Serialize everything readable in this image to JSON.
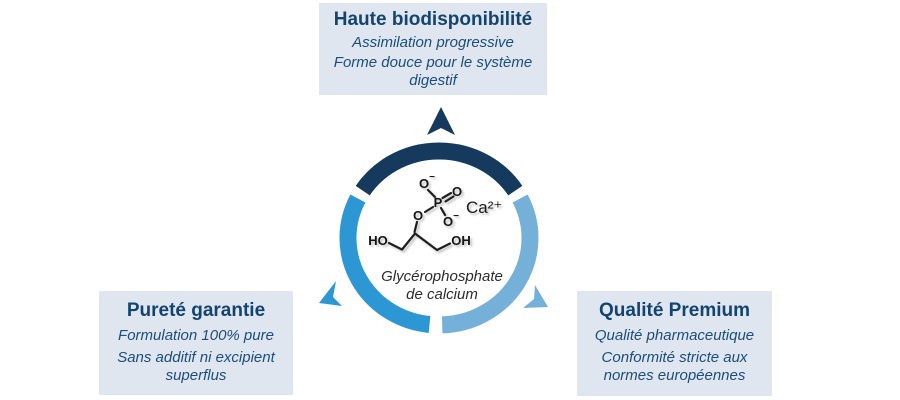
{
  "colors": {
    "navy": "#163a5e",
    "blue_bright": "#2d97d4",
    "blue_light": "#74b0d8",
    "card_bg": "#dfe6f0",
    "title_text": "#134470",
    "subtitle_text": "#1b4e7c"
  },
  "cards": {
    "top": {
      "title": "Haute biodisponibilité",
      "line1": "Assimilation progressive",
      "line2": "Forme douce pour le système digestif"
    },
    "left": {
      "title": "Pureté garantie",
      "line1": "Formulation 100% pure",
      "line2": "Sans additif ni excipient superflus"
    },
    "right": {
      "title": "Qualité Premium",
      "line1": "Qualité pharmaceutique",
      "line2": "Conformité stricte aux normes européennes"
    }
  },
  "molecule": {
    "caption_line1": "Glycérophosphate",
    "caption_line2": "de calcium",
    "ca_label": "Ca²⁺",
    "p_label": "P",
    "o_label": "O",
    "ho_label": "HO",
    "oh_label": "OH",
    "minus": "−"
  }
}
